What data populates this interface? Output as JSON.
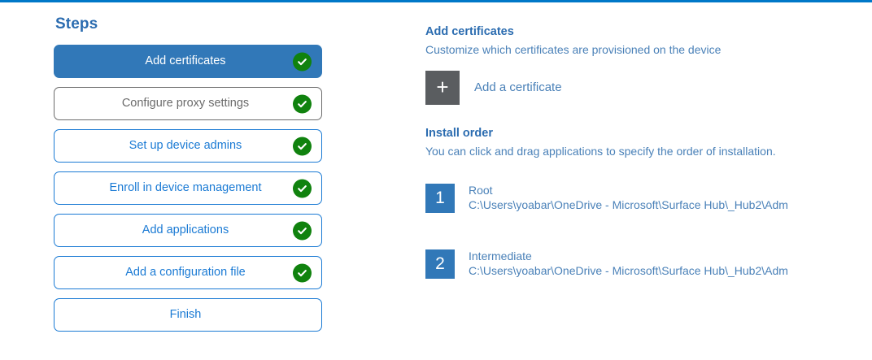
{
  "theme": {
    "accent_bar": "#0078c8",
    "active_step_bg": "#3178b8",
    "link_blue": "#1a7ad4",
    "heading_blue": "#2b6cb0",
    "body_blue": "#4a81b8",
    "muted_gray": "#6b6b6b",
    "check_green": "#10820e",
    "plus_gray": "#5a5d60"
  },
  "steps_panel": {
    "title": "Steps",
    "items": [
      {
        "label": "Add certificates",
        "state": "active",
        "completed": true
      },
      {
        "label": "Configure proxy settings",
        "state": "muted",
        "completed": true
      },
      {
        "label": "Set up device admins",
        "state": "default",
        "completed": true
      },
      {
        "label": "Enroll in device management",
        "state": "default",
        "completed": true
      },
      {
        "label": "Add applications",
        "state": "default",
        "completed": true
      },
      {
        "label": "Add a configuration file",
        "state": "default",
        "completed": true
      },
      {
        "label": "Finish",
        "state": "default",
        "completed": false
      }
    ]
  },
  "detail_panel": {
    "certificates": {
      "heading": "Add certificates",
      "description": "Customize which certificates are provisioned on the device",
      "add_button_icon": "plus-icon",
      "add_button_glyph": "+",
      "add_link_label": "Add a certificate"
    },
    "install_order": {
      "heading": "Install order",
      "description": "You can click and drag applications to specify the order of installation.",
      "items": [
        {
          "number": "1",
          "name": "Root",
          "path": "C:\\Users\\yoabar\\OneDrive - Microsoft\\Surface Hub\\_Hub2\\Adm"
        },
        {
          "number": "2",
          "name": "Intermediate",
          "path": "C:\\Users\\yoabar\\OneDrive - Microsoft\\Surface Hub\\_Hub2\\Adm"
        }
      ]
    }
  }
}
